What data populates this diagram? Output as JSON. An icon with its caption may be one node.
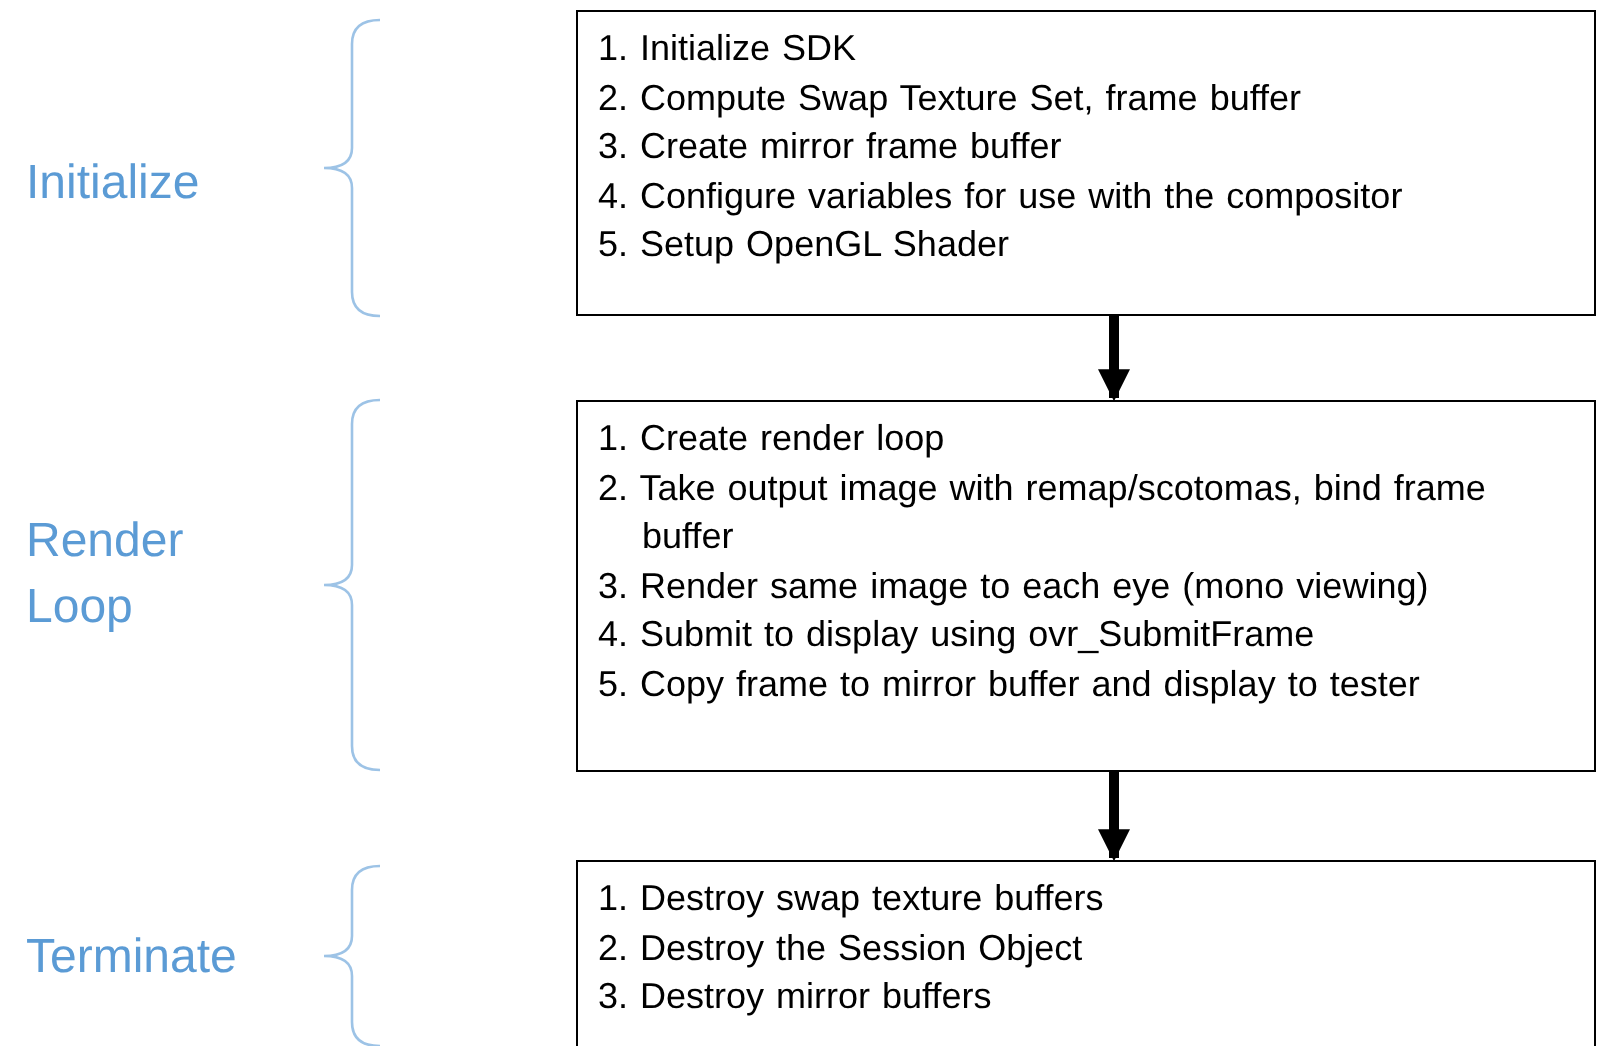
{
  "diagram": {
    "nodes": [
      {
        "text": [
          "1. Initialize SDK",
          "2. Compute Swap Texture Set, frame buffer",
          "3. Create mirror frame buffer",
          "4. Configure variables for use with the compositor",
          "5. Setup OpenGL Shader"
        ]
      },
      {
        "text": [
          "1. Create render loop",
          "2. Take output image with remap/scotomas, bind frame buffer",
          "3. Render same image to each eye (mono viewing)",
          "4. Submit to display using ovr_SubmitFrame",
          "5. Copy frame to mirror buffer and display to tester"
        ]
      },
      {
        "text": [
          "1. Destroy swap texture buffers",
          "2. Destroy the Session Object",
          "3. Destroy mirror buffers"
        ]
      }
    ],
    "edges": [
      {
        "from": 0,
        "to": 1,
        "arrow": "to"
      },
      {
        "from": 1,
        "to": 2,
        "arrow": "to"
      }
    ],
    "labels": [
      "Initialize",
      "Render Loop",
      "Terminate"
    ]
  }
}
